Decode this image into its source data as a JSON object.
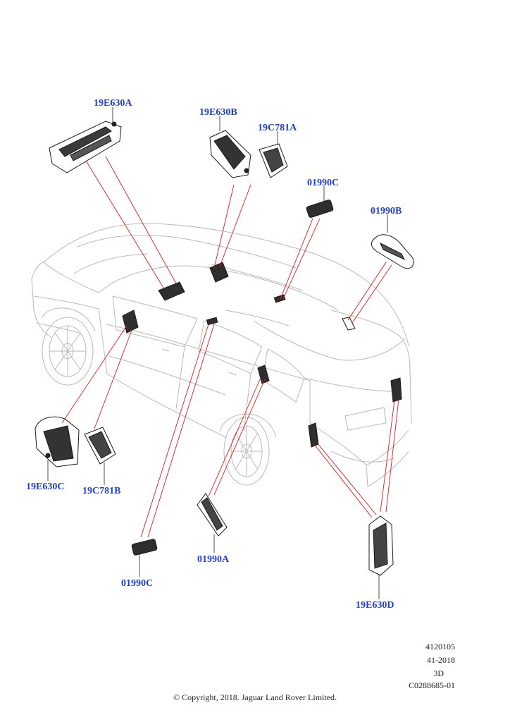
{
  "labels": {
    "l19E630A": "19E630A",
    "l19E630B": "19E630B",
    "l19C781A": "19C781A",
    "l01990C_top": "01990C",
    "l01990B": "01990B",
    "l19E630C": "19E630C",
    "l19C781B": "19C781B",
    "l01990C_bottom": "01990C",
    "l01990A": "01990A",
    "l19E630D": "19E630D"
  },
  "info": {
    "code1": "4120105",
    "code2": "41-2018",
    "view": "3D",
    "ref": "C0288685-01"
  },
  "copyright": "© Copyright, 2018. Jaguar Land Rover Limited.",
  "colors": {
    "label": "#1f3fd0",
    "leader": "#e01818",
    "outline": "#b9b9b9"
  }
}
